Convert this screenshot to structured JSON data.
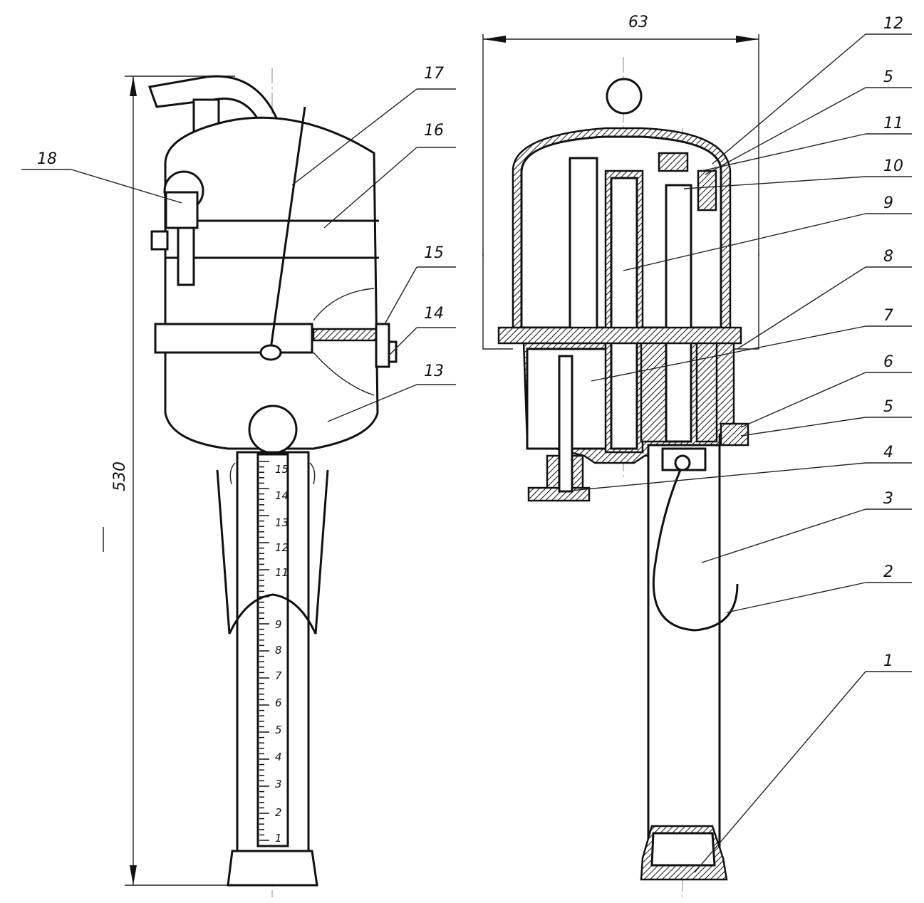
{
  "drawing": {
    "dimensions": {
      "width": "63",
      "height": "530"
    },
    "left_view_labels": [
      "18",
      "17",
      "16",
      "15",
      "14",
      "13"
    ],
    "right_view_labels": [
      "12",
      "5",
      "11",
      "10",
      "9",
      "8",
      "7",
      "6",
      "5",
      "4",
      "3",
      "2",
      "1"
    ],
    "scale_marks": [
      "15",
      "14",
      "13",
      "12",
      "11",
      "9",
      "8",
      "7",
      "6",
      "5",
      "4",
      "3",
      "2",
      "1"
    ]
  }
}
